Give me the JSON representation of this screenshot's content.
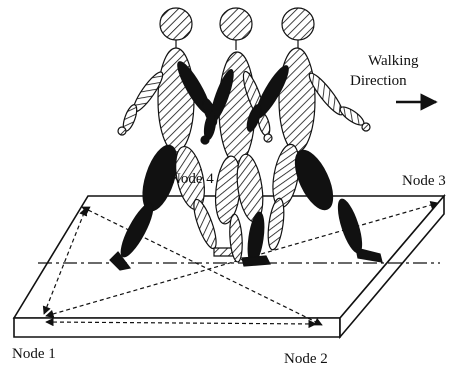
{
  "nodes": {
    "node1": "Node 1",
    "node2": "Node 2",
    "node3": "Node 3",
    "node4": "Node 4"
  },
  "direction": {
    "line1": "Walking",
    "line2": "Direction"
  },
  "colors": {
    "ink": "#111111",
    "background": "#ffffff"
  }
}
